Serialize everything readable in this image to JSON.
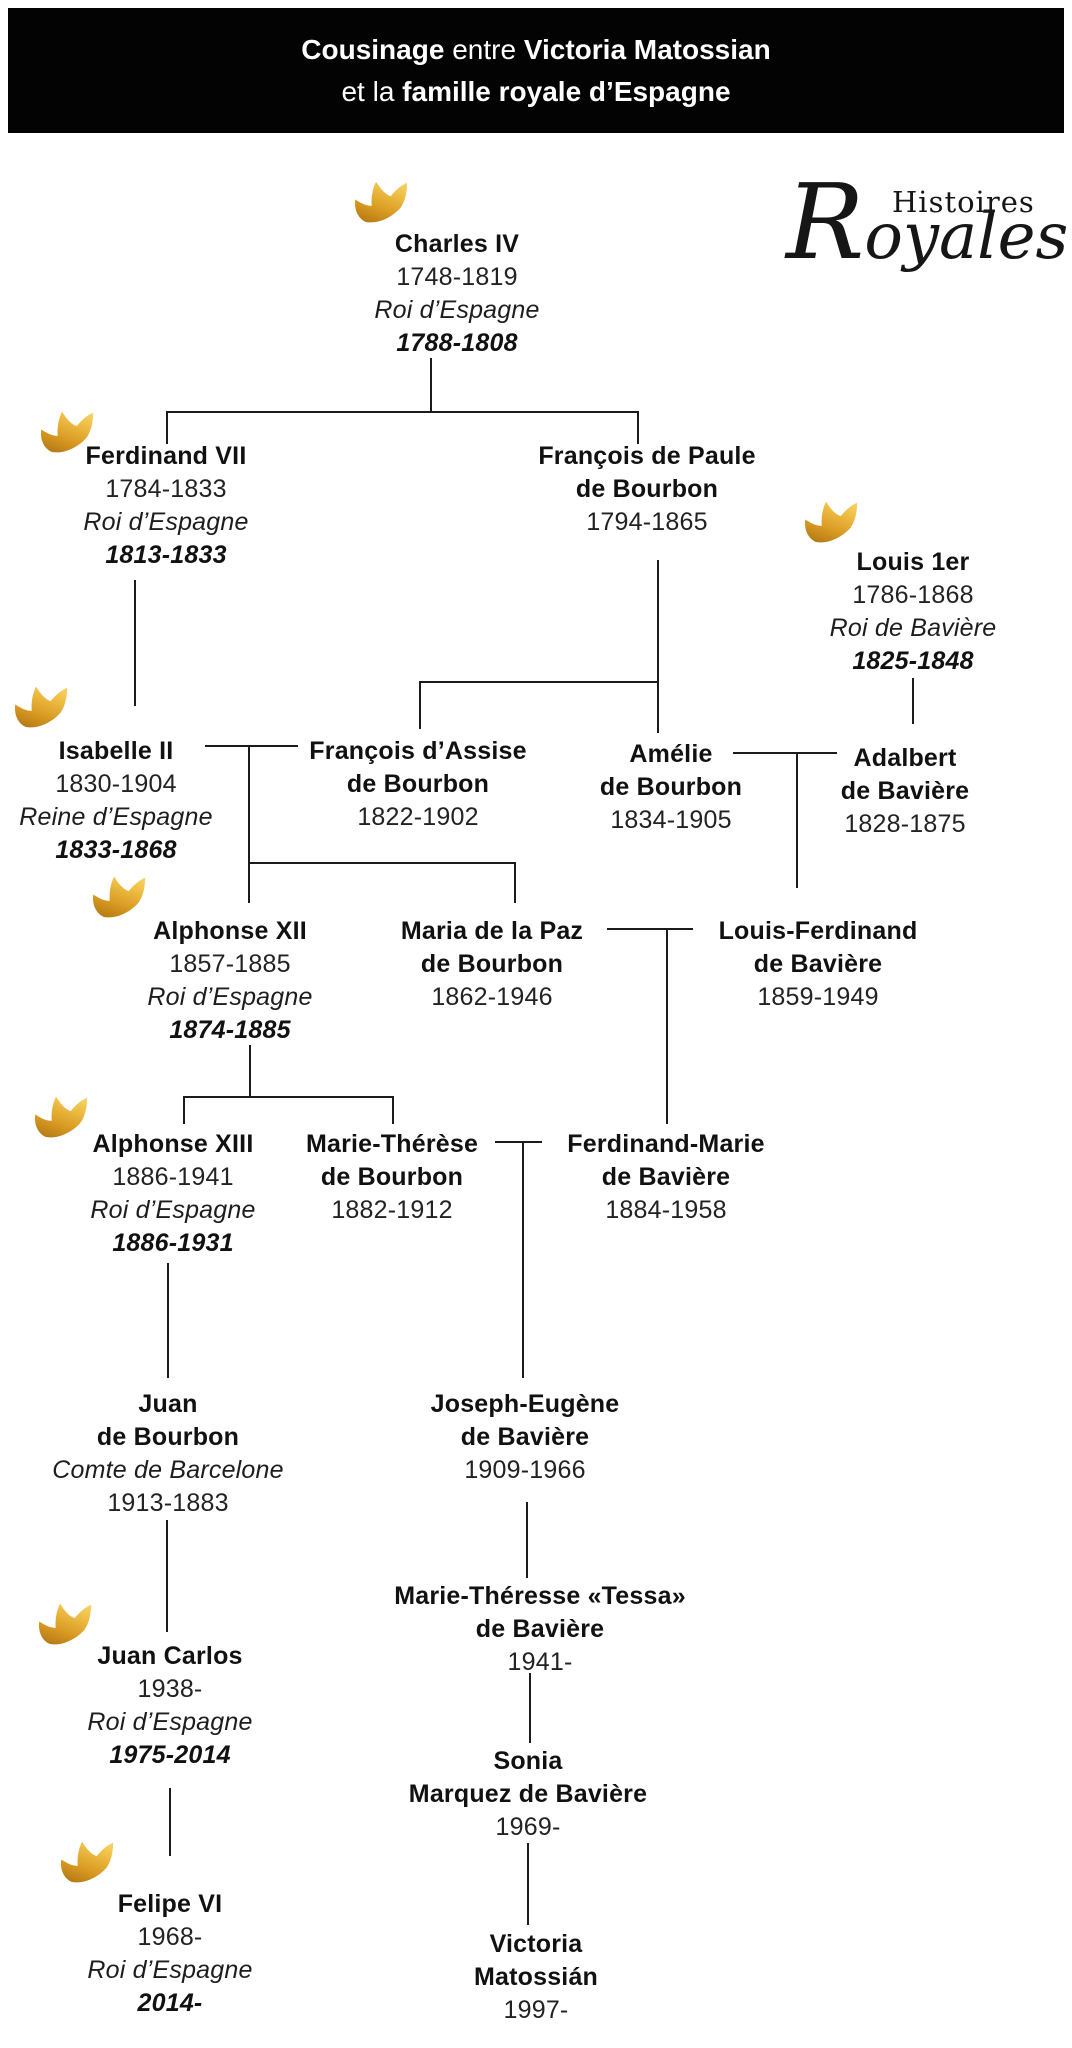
{
  "title": {
    "l1_bold1": "Cousinage",
    "l1_regular": " entre ",
    "l1_bold2": "Victoria Matossian",
    "l2_regular": "et la ",
    "l2_bold": "famille royale d’Espagne"
  },
  "logo": {
    "word1": "Histoires",
    "word2": "Royales"
  },
  "colors": {
    "banner_bg": "#030303",
    "line": "#1b1b1b",
    "crown_gold": "#e9a92c",
    "crown_gold_dark": "#a86f10",
    "crown_gold_light": "#f9e07a"
  },
  "persons": {
    "charles_iv": {
      "name": "Charles IV",
      "dates": "1748-1819",
      "title": "Roi d’Espagne",
      "reign": "1788-1808",
      "crowned": true
    },
    "ferdinand_vii": {
      "name": "Ferdinand VII",
      "dates": "1784-1833",
      "title": "Roi d’Espagne",
      "reign": "1813-1833",
      "crowned": true
    },
    "francois_de_paule": {
      "name": "François de Paule",
      "name2": "de Bourbon",
      "dates": "1794-1865"
    },
    "louis_1er": {
      "name": "Louis 1er",
      "dates": "1786-1868",
      "title": "Roi de Bavière",
      "reign": "1825-1848",
      "crowned": true
    },
    "isabelle_ii": {
      "name": "Isabelle II",
      "dates": "1830-1904",
      "title": "Reine d’Espagne",
      "reign": "1833-1868",
      "crowned": true
    },
    "francois_dassise": {
      "name": "François d’Assise",
      "name2": "de Bourbon",
      "dates": "1822-1902"
    },
    "amelie": {
      "name": "Amélie",
      "name2": "de Bourbon",
      "dates": "1834-1905"
    },
    "adalbert": {
      "name": "Adalbert",
      "name2": "de Bavière",
      "dates": "1828-1875"
    },
    "alphonse_xii": {
      "name": "Alphonse XII",
      "dates": "1857-1885",
      "title": "Roi d’Espagne",
      "reign": "1874-1885",
      "crowned": true
    },
    "maria_de_la_paz": {
      "name": "Maria de la Paz",
      "name2": "de Bourbon",
      "dates": "1862-1946"
    },
    "louis_ferdinand": {
      "name": "Louis-Ferdinand",
      "name2": "de Bavière",
      "dates": "1859-1949"
    },
    "alphonse_xiii": {
      "name": "Alphonse XIII",
      "dates": "1886-1941",
      "title": "Roi d’Espagne",
      "reign": "1886-1931",
      "crowned": true
    },
    "marie_therese": {
      "name": "Marie-Thérèse",
      "name2": "de Bourbon",
      "dates": "1882-1912"
    },
    "ferdinand_marie": {
      "name": "Ferdinand-Marie",
      "name2": "de Bavière",
      "dates": "1884-1958"
    },
    "juan": {
      "name": "Juan",
      "name2": "de Bourbon",
      "title": "Comte de Barcelone",
      "dates": "1913-1883"
    },
    "joseph_eugene": {
      "name": "Joseph-Eugène",
      "name2": "de Bavière",
      "dates": "1909-1966"
    },
    "juan_carlos": {
      "name": "Juan Carlos",
      "dates": "1938-",
      "title": "Roi d’Espagne",
      "reign": "1975-2014",
      "crowned": true
    },
    "tessa": {
      "name": "Marie-Théresse «Tessa»",
      "name2": "de Bavière",
      "dates": "1941-"
    },
    "sonia": {
      "name": "Sonia",
      "name2": "Marquez de Bavière",
      "dates": "1969-"
    },
    "felipe_vi": {
      "name": "Felipe VI",
      "dates": "1968-",
      "title": "Roi d’Espagne",
      "reign": "2014-",
      "crowned": true
    },
    "victoria": {
      "name": "Victoria",
      "name2": "Matossián",
      "dates": "1997-"
    }
  }
}
